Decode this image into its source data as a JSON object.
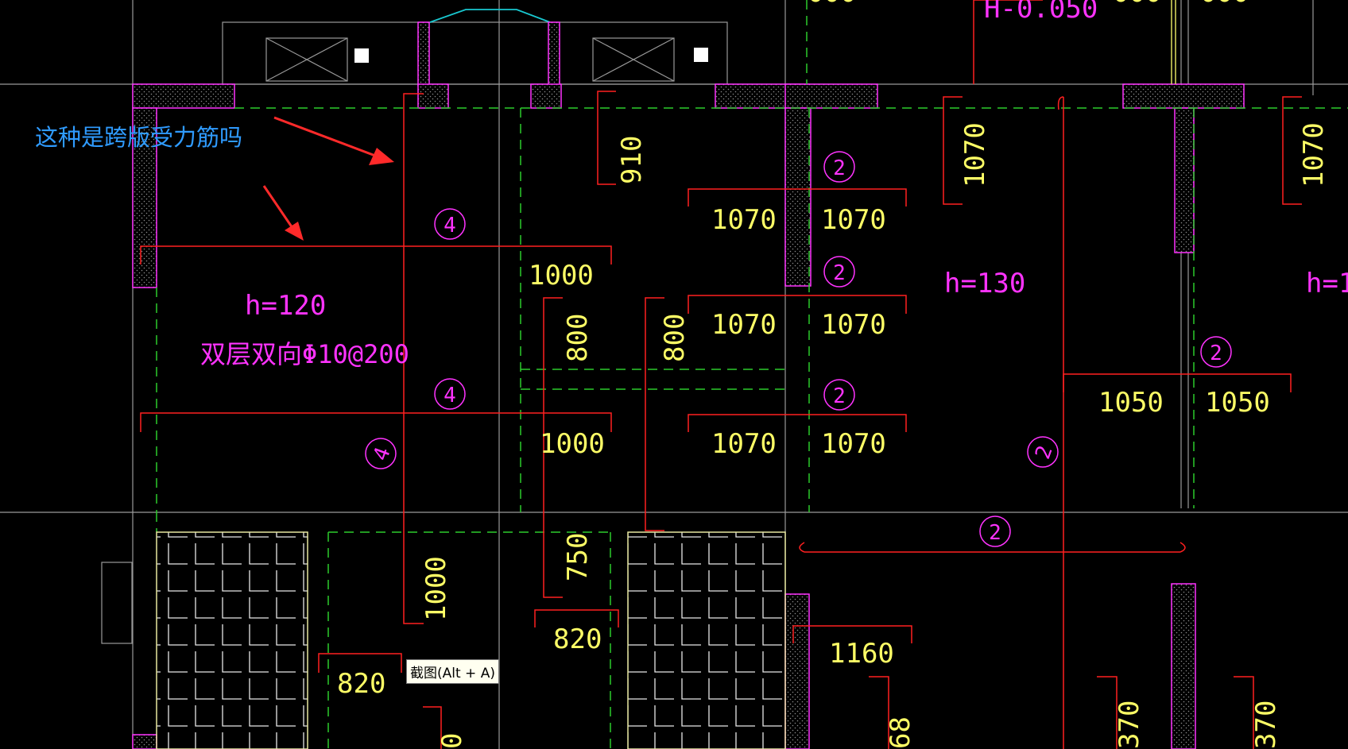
{
  "annotation": {
    "question": "这种是跨版受力筋吗"
  },
  "tooltip": {
    "text": "截图(Alt + A)"
  },
  "slab": {
    "thickness_1": "h=120",
    "rebar_1": "双层双向Φ10@200",
    "thickness_2": "h=130",
    "thickness_3_partial": "h=1",
    "elevation_partial": "H-0.050"
  },
  "dimensions": {
    "d910": "910",
    "d1070_a": "1070",
    "d1070_b": "1070",
    "d1070_c": "1070",
    "d1070_d": "1070",
    "d1070_e": "1070",
    "d1070_f": "1070",
    "d1070_g": "1070",
    "d1070_h": "1070",
    "d1000_a": "1000",
    "d1000_b": "1000",
    "d1000_v": "1000",
    "d800_a": "800",
    "d800_b": "800",
    "d750": "750",
    "d820_a": "820",
    "d820_b": "820",
    "d1050_a": "1050",
    "d1050_b": "1050",
    "d1160": "1160",
    "d68_partial": "68",
    "d370_a_partial": "370",
    "d370_b_partial": "370",
    "d0_partial": "0",
    "top_partial_1": "000",
    "top_partial_2": "000",
    "top_partial_3": "000"
  },
  "rebar_marks": {
    "m4_a": "4",
    "m4_b": "4",
    "m4_c": "4",
    "m2_a": "2",
    "m2_b": "2",
    "m2_c": "2",
    "m2_d": "2",
    "m2_e": "2",
    "m2_f": "2"
  },
  "colors": {
    "background": "#000000",
    "dimension_text": "#ffff66",
    "rebar_line": "#ff2020",
    "slab_text": "#ff33ff",
    "axis_line": "#9a9a9a",
    "beam_dashed": "#2ccc2c",
    "annotation_text": "#2f9bff",
    "arrow": "#ff2a2a",
    "cyan_line": "#19c8d0"
  }
}
